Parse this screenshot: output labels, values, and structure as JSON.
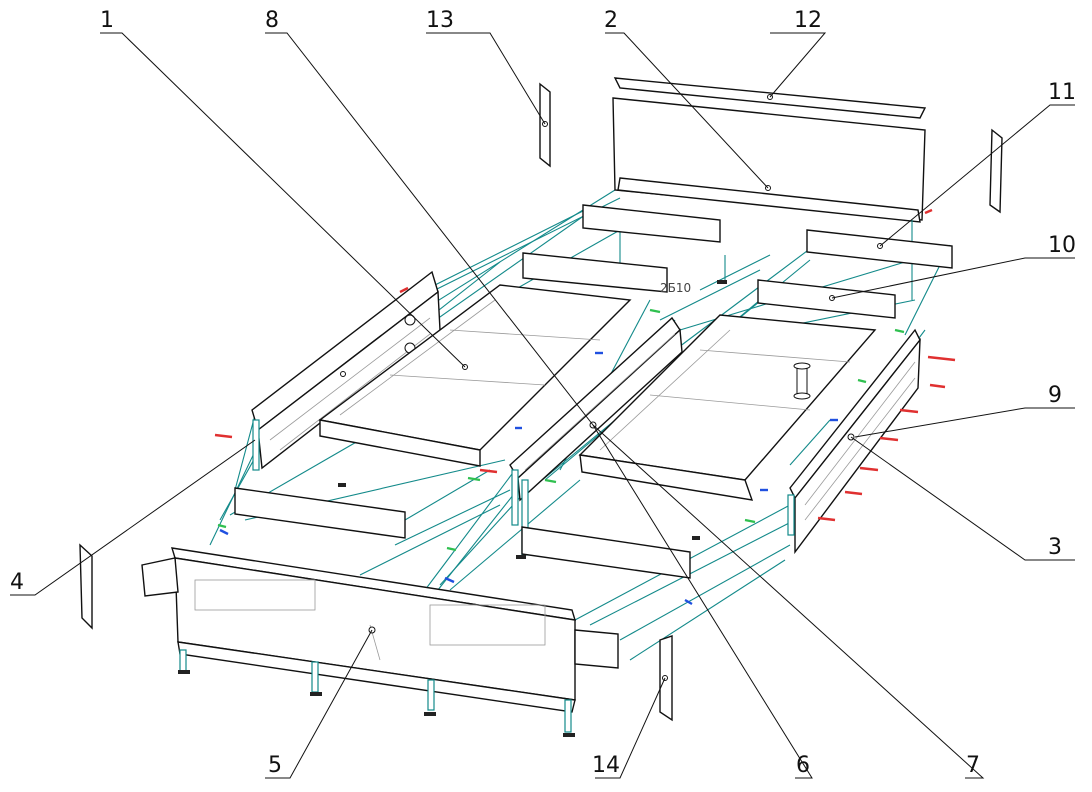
{
  "callouts": [
    {
      "id": "c1",
      "label": "1"
    },
    {
      "id": "c2",
      "label": "2"
    },
    {
      "id": "c3",
      "label": "3"
    },
    {
      "id": "c4",
      "label": "4"
    },
    {
      "id": "c5",
      "label": "5"
    },
    {
      "id": "c6",
      "label": "6"
    },
    {
      "id": "c7",
      "label": "7"
    },
    {
      "id": "c8",
      "label": "8"
    },
    {
      "id": "c9",
      "label": "9"
    },
    {
      "id": "c10",
      "label": "10"
    },
    {
      "id": "c11",
      "label": "11"
    },
    {
      "id": "c12",
      "label": "12"
    },
    {
      "id": "c13",
      "label": "13"
    },
    {
      "id": "c14",
      "label": "14"
    }
  ],
  "annotation": "2Б10",
  "colors": {
    "line": "#111111",
    "connector": "#138a8a",
    "screw_red": "#e03030",
    "screw_blue": "#2050e0",
    "screw_green": "#30c050"
  }
}
